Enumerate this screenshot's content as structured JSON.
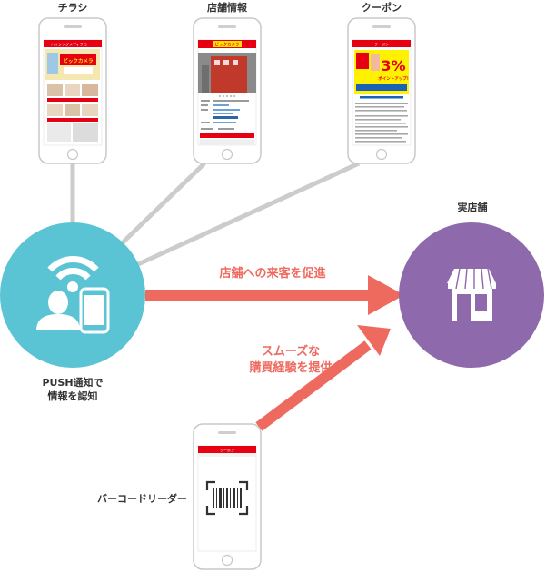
{
  "labels": {
    "flyer": "チラシ",
    "store_info": "店舗情報",
    "coupon": "クーポン",
    "real_store": "実店舗",
    "push_line1": "PUSH通知で",
    "push_line2": "情報を認知",
    "promote": "店舗への来客を促進",
    "smooth_line1": "スムーズな",
    "smooth_line2": "購買経験を提供",
    "barcode_reader": "バーコードリーダー"
  },
  "phones": {
    "flyer": {
      "header": "ハリシングメディフロ",
      "banner_text": "ビックカメラ"
    },
    "store": {
      "header_logo": "ビックカメラ"
    },
    "coupon": {
      "header": "クーポン",
      "big_number": "3%",
      "sub_text": "ポイントアップ!"
    },
    "barcode": {
      "header": "クーポン"
    }
  },
  "colors": {
    "teal": "#5bc4d4",
    "purple": "#8e69ac",
    "red_arrow": "#ee6a5f",
    "gray_line": "#cccccc",
    "phone_red": "#e60012"
  }
}
